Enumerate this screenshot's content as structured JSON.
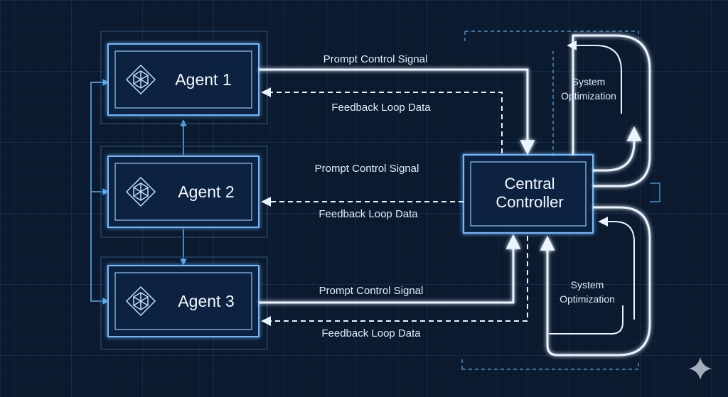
{
  "agents": [
    {
      "id": "agent-1",
      "label": "Agent 1"
    },
    {
      "id": "agent-2",
      "label": "Agent 2"
    },
    {
      "id": "agent-3",
      "label": "Agent 3"
    }
  ],
  "controller": {
    "line1": "Central",
    "line2": "Controller"
  },
  "edges": {
    "agent1_prompt": "Prompt Control Signal",
    "agent1_feedback": "Feedback Loop Data",
    "agent2_prompt": "Prompt Control Signal",
    "agent2_feedback": "Feedback Loop Data",
    "agent3_prompt": "Prompt Control Signal",
    "agent3_feedback": "Feedback Loop Data"
  },
  "optimization": {
    "top": {
      "line1": "System",
      "line2": "Optimization"
    },
    "bottom": {
      "line1": "System",
      "line2": "Optimization"
    }
  },
  "colors": {
    "background": "#0b1a2e",
    "grid": "#1b3555",
    "line": "#eaf4ff",
    "glow": "#4aa8ff",
    "box_fill": "#0e2340",
    "box_stroke": "#6fb8ff"
  }
}
